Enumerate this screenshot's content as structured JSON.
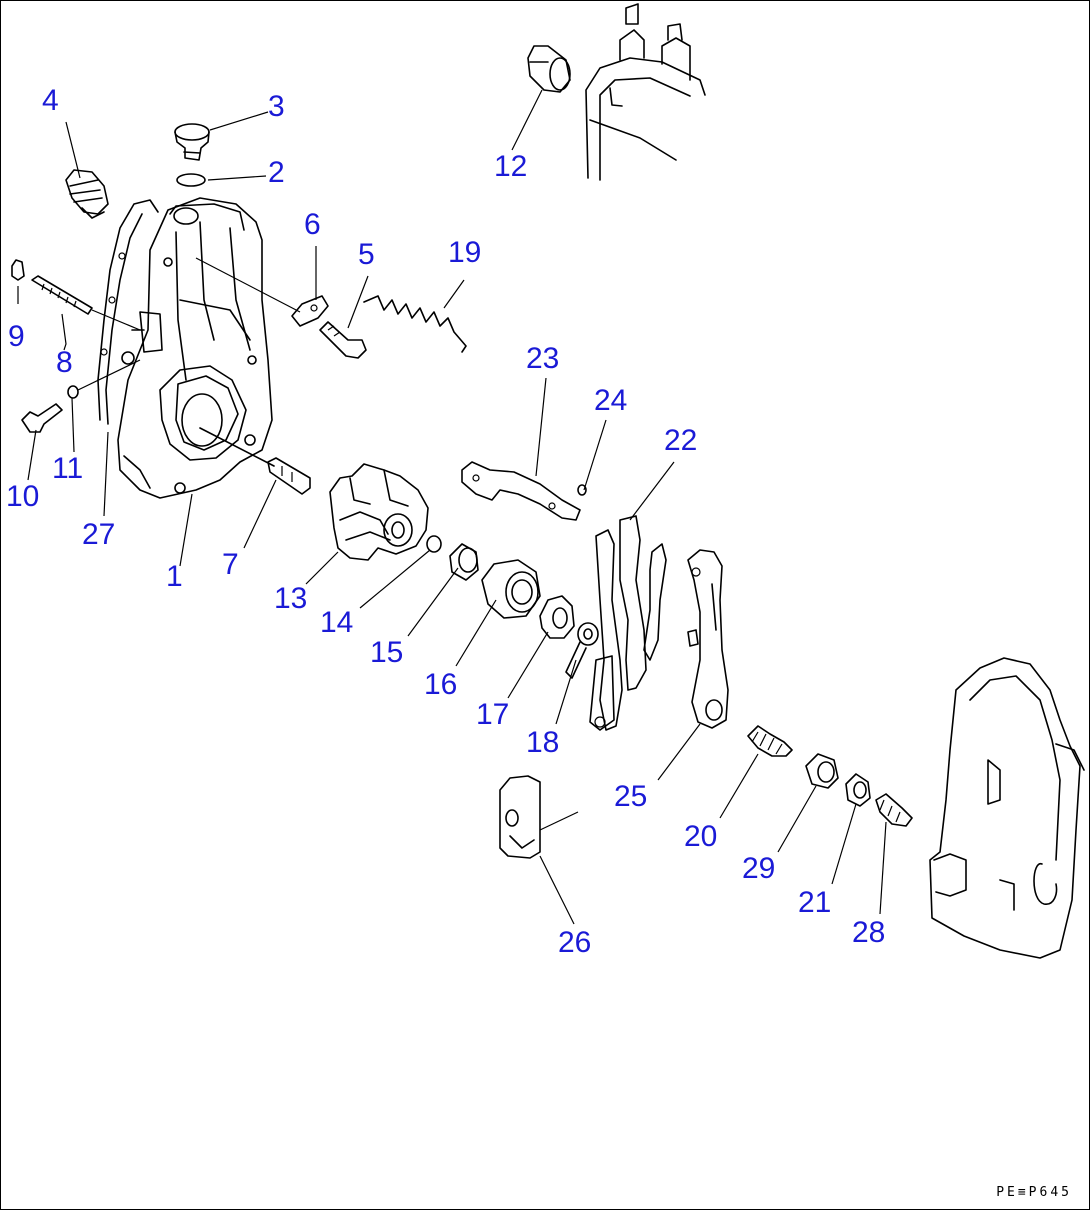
{
  "diagram": {
    "callouts": [
      {
        "id": "1",
        "label": "1"
      },
      {
        "id": "2",
        "label": "2"
      },
      {
        "id": "3",
        "label": "3"
      },
      {
        "id": "4",
        "label": "4"
      },
      {
        "id": "5",
        "label": "5"
      },
      {
        "id": "6",
        "label": "6"
      },
      {
        "id": "7",
        "label": "7"
      },
      {
        "id": "8",
        "label": "8"
      },
      {
        "id": "9",
        "label": "9"
      },
      {
        "id": "10",
        "label": "10"
      },
      {
        "id": "11",
        "label": "11"
      },
      {
        "id": "12",
        "label": "12"
      },
      {
        "id": "13",
        "label": "13"
      },
      {
        "id": "14",
        "label": "14"
      },
      {
        "id": "15",
        "label": "15"
      },
      {
        "id": "16",
        "label": "16"
      },
      {
        "id": "17",
        "label": "17"
      },
      {
        "id": "18",
        "label": "18"
      },
      {
        "id": "19",
        "label": "19"
      },
      {
        "id": "20",
        "label": "20"
      },
      {
        "id": "21",
        "label": "21"
      },
      {
        "id": "22",
        "label": "22"
      },
      {
        "id": "23",
        "label": "23"
      },
      {
        "id": "24",
        "label": "24"
      },
      {
        "id": "25",
        "label": "25"
      },
      {
        "id": "26",
        "label": "26"
      },
      {
        "id": "27",
        "label": "27"
      },
      {
        "id": "28",
        "label": "28"
      },
      {
        "id": "29",
        "label": "29"
      }
    ],
    "drawing_code": "PE≡P645",
    "colors": {
      "callout": "#1a1ad6",
      "line": "#000000",
      "background": "#ffffff"
    }
  }
}
